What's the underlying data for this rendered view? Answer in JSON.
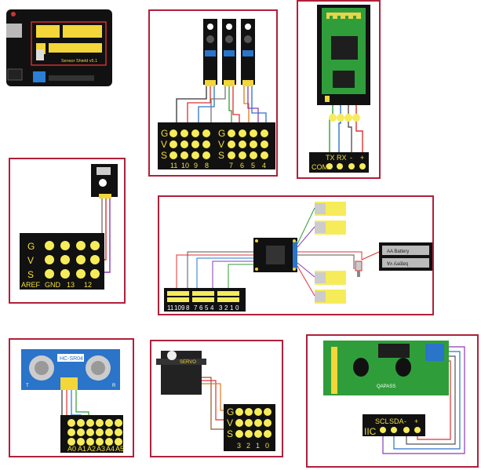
{
  "shield": {
    "title": "Sensor Shield v5.1"
  },
  "panel_line_tracking": {
    "gvs": [
      "G",
      "V",
      "S"
    ],
    "pins": [
      "11",
      "10",
      "9",
      "8",
      "7",
      "6",
      "5",
      "4"
    ]
  },
  "panel_bluetooth": {
    "pins": [
      "TX",
      "RX",
      "-",
      "+"
    ],
    "header_label": "COM"
  },
  "panel_sensor": {
    "gvs": [
      "G",
      "V",
      "S"
    ],
    "pins": [
      "AREF",
      "GND",
      "13",
      "12"
    ]
  },
  "panel_motor": {
    "battery_label": "AA Battery",
    "battery_label2": "Ɐᴧ ʎɹəʇʇɐq",
    "pins_a": [
      "11",
      "10",
      "9",
      "8"
    ],
    "pins_b": [
      "7",
      "6",
      "5",
      "4"
    ],
    "pins_c": [
      "3",
      "2",
      "1",
      "0"
    ]
  },
  "panel_ultrasonic": {
    "module_label": "HC-SR04",
    "t_label": "T",
    "r_label": "R",
    "pins": [
      "A0",
      "A1",
      "A2",
      "A3",
      "A4",
      "A5"
    ]
  },
  "panel_servo": {
    "servo_label": "SERVO",
    "gvs": [
      "G",
      "V",
      "S"
    ],
    "pins": [
      "3",
      "2",
      "1",
      "0"
    ]
  },
  "panel_lcd": {
    "lcd_brand": "QAPASS",
    "header_label": "IIC",
    "pins": [
      "SCL",
      "SDA",
      "-",
      "+"
    ]
  },
  "colors": {
    "panel_border": "#b0203a",
    "yellow_pin": "#f6ec5a",
    "board_black": "#111111",
    "pcb_green": "#2f9e3a",
    "pcb_blue": "#2a74c9"
  }
}
